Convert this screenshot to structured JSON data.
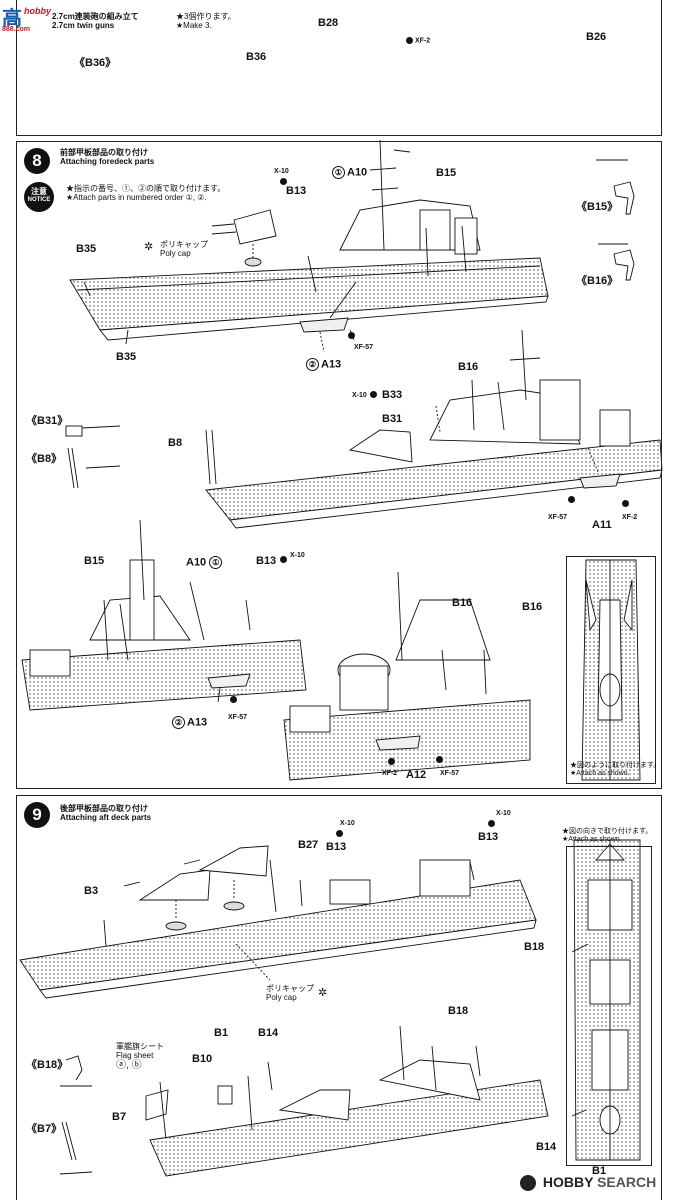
{
  "watermark_top": {
    "logo": "高",
    "sub": "hobby",
    "site": "888.com"
  },
  "watermark_bottom": {
    "hobby": "HOBBY",
    "search": "SEARCH"
  },
  "step_top": {
    "title_jp": "2.7cm連装砲の組み立て",
    "title_en": "2.7cm twin guns",
    "note_jp": "★3個作ります。",
    "note_en": "★Make 3.",
    "labels": [
      "B28",
      "B36",
      "B26",
      "《B36》"
    ],
    "paint_xf2": "XF-2"
  },
  "step8": {
    "number": "8",
    "title_jp": "前部甲板部品の取り付け",
    "title_en": "Attaching foredeck parts",
    "notice_jp": "注意",
    "notice_en": "NOTICE",
    "note_jp": "★指示の番号、①、②の順で取り付けます。",
    "note_en": "★Attach parts in numbered order ①, ②.",
    "polycap_jp": "ポリキャップ",
    "polycap_en": "Poly cap",
    "attach_jp": "★図のように取り付けます。",
    "attach_en": "★Attach as shown.",
    "labels": {
      "b13a": "B13",
      "a10a": "A10",
      "b15a": "B15",
      "b35a": "B35",
      "b35b": "B35",
      "a13a": "A13",
      "b15d": "《B15》",
      "b16d": "《B16》",
      "b33": "B33",
      "b16a": "B16",
      "b31": "B31",
      "b8": "B8",
      "a11": "A11",
      "b31d": "《B31》",
      "b8d": "《B8》",
      "b15b": "B15",
      "a10b": "A10",
      "b13b": "B13",
      "a13b": "A13",
      "b16b": "B16",
      "a12": "A12",
      "b16c": "B16"
    },
    "marks": {
      "one": "①",
      "two": "②"
    },
    "paints": {
      "x10": "X-10",
      "xf57": "XF-57",
      "xf2": "XF-2"
    }
  },
  "step9": {
    "number": "9",
    "title_jp": "後部甲板部品の取り付け",
    "title_en": "Attaching aft deck parts",
    "direction_jp": "★図の向きで取り付けます。",
    "direction_en": "★Attach as shown.",
    "polycap_jp": "ポリキャップ",
    "polycap_en": "Poly cap",
    "flag_jp": "軍艦旗シート",
    "flag_en": "Flag sheet",
    "flag_marks": [
      "ⓐ",
      "ⓑ"
    ],
    "labels": {
      "b3": "B3",
      "b27": "B27",
      "b13a": "B13",
      "b13b": "B13",
      "b18a": "B18",
      "b18b": "B18",
      "b1a": "B1",
      "b10": "B10",
      "b14a": "B14",
      "b7": "B7",
      "b14b": "B14",
      "b1b": "B1",
      "b18d": "《B18》",
      "b7d": "《B7》"
    },
    "paints": {
      "x10": "X-10"
    }
  }
}
